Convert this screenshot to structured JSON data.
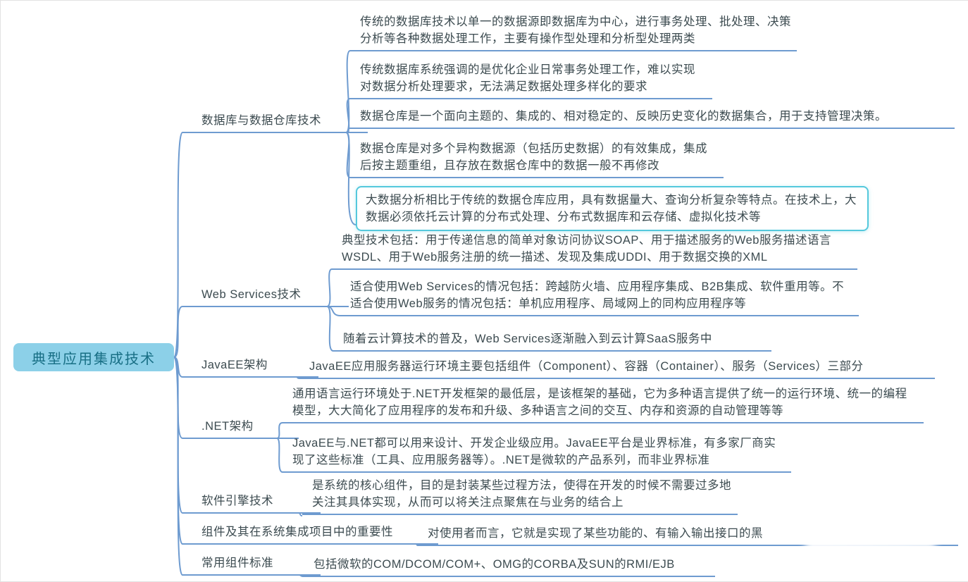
{
  "root": {
    "label": "典型应用集成技术"
  },
  "branches": [
    {
      "label": "数据库与数据仓库技术",
      "leaves": [
        {
          "text": "传统的数据库技术以单一的数据源即数据库为中心，进行事务处理、批处理、决策分析等各种数据处理工作，主要有操作型处理和分析型处理两类"
        },
        {
          "text": "传统数据库系统强调的是优化企业日常事务处理工作，难以实现对数据分析处理要求，无法满足数据处理多样化的要求"
        },
        {
          "text": "数据仓库是一个面向主题的、集成的、相对稳定的、反映历史变化的数据集合，用于支持管理决策。"
        },
        {
          "text": "数据仓库是对多个异构数据源（包括历史数据）的有效集成，集成后按主题重组，且存放在数据仓库中的数据一般不再修改"
        },
        {
          "text": "大数据分析相比于传统的数据仓库应用，具有数据量大、查询分析复杂等特点。在技术上，大数据必须依托云计算的分布式处理、分布式数据库和云存储、虚拟化技术等"
        }
      ]
    },
    {
      "label": "Web Services技术",
      "leaves": [
        {
          "text": "典型技术包括：用于传递信息的简单对象访问协议SOAP、用于描述服务的Web服务描述语言WSDL、用于Web服务注册的统一描述、发现及集成UDDI、用于数据交换的XML"
        },
        {
          "text": "适合使用Web Services的情况包括：跨越防火墙、应用程序集成、B2B集成、软件重用等。不适合使用Web服务的情况包括：单机应用程序、局域网上的同构应用程序等"
        },
        {
          "text": "随着云计算技术的普及，Web Services逐渐融入到云计算SaaS服务中"
        }
      ]
    },
    {
      "label": "JavaEE架构",
      "leaves": [
        {
          "text": "JavaEE应用服务器运行环境主要包括组件（Component）、容器（Container）、服务（Services）三部分"
        }
      ]
    },
    {
      "label": ".NET架构",
      "leaves": [
        {
          "text": "通用语言运行环境处于.NET开发框架的最低层，是该框架的基础，它为多种语言提供了统一的运行环境、统一的编程模型，大大简化了应用程序的发布和升级、多种语言之间的交互、内存和资源的自动管理等等"
        },
        {
          "text": "JavaEE与.NET都可以用来设计、开发企业级应用。JavaEE平台是业界标准，有多家厂商实现了这些标准（工具、应用服务器等）。.NET是微软的产品系列，而非业界标准"
        }
      ]
    },
    {
      "label": "软件引擎技术",
      "leaves": [
        {
          "text": "是系统的核心组件，目的是封装某些过程方法，使得在开发的时候不需要过多地关注其具体实现，从而可以将关注点聚焦在与业务的结合上"
        }
      ]
    },
    {
      "label": "组件及其在系统集成项目中的重要性",
      "leaves": [
        {
          "text": "对使用者而言，它就是实现了某些功能的、有输入输出接口的黑"
        }
      ]
    },
    {
      "label": "常用组件标准",
      "leaves": [
        {
          "text": "包括微软的COM/DCOM/COM+、OMG的CORBA及SUN的RMI/EJB"
        }
      ]
    }
  ],
  "colors": {
    "line": "#6e9bd0",
    "root_bg": "#8cd0e8",
    "root_text": "#186f85",
    "text": "#3c4b50",
    "highlight_border": "#54c8dc"
  }
}
